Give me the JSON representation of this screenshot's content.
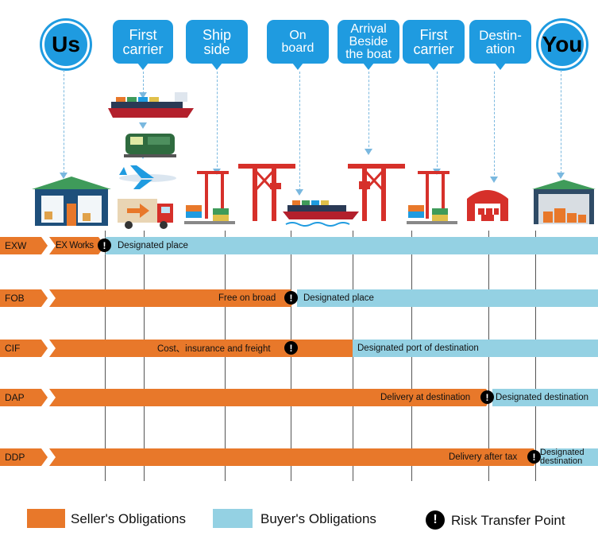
{
  "colors": {
    "seller": "#e8782a",
    "buyer": "#94d1e3",
    "header": "#1f9be0",
    "risk": "#000000"
  },
  "headers": {
    "us": "Us",
    "first_carrier_1": [
      "First",
      "carrier"
    ],
    "ship_side": [
      "Ship",
      "side"
    ],
    "on_board": [
      "On",
      "board"
    ],
    "arrival": [
      "Arrival",
      "Beside",
      "the boat"
    ],
    "first_carrier_2": [
      "First",
      "carrier"
    ],
    "destination": [
      "Destin-",
      "ation"
    ],
    "you": "You"
  },
  "icons": {
    "seller_warehouse": "warehouse-icon",
    "container_ship_small": "container-ship-icon",
    "train": "train-icon",
    "airplane": "airplane-icon",
    "truck": "truck-icon",
    "port_crane_1": "port-crane-icon",
    "gantry_crane_1": "gantry-crane-icon",
    "ship_at_sea": "cargo-ship-icon",
    "gantry_crane_2": "gantry-crane-icon",
    "port_crane_2": "port-crane-icon",
    "destination_warehouse": "warehouse-icon",
    "buyer_warehouse": "warehouse-icon",
    "risk_point": "exclamation-icon"
  },
  "risk_symbol": "!",
  "terms": [
    {
      "code": "EXW",
      "seller_label": "EX Works",
      "buyer_label": "Designated place"
    },
    {
      "code": "FOB",
      "seller_label": "Free on broad",
      "buyer_label": "Designated place"
    },
    {
      "code": "CIF",
      "seller_label": "Cost、insurance and freight",
      "buyer_label": "Designated port of destination"
    },
    {
      "code": "DAP",
      "seller_label": "Delivery at destination",
      "buyer_label": "Designated destination"
    },
    {
      "code": "DDP",
      "seller_label": "Delivery after tax",
      "buyer_label_1": "Designated",
      "buyer_label_2": "destination"
    }
  ],
  "legend": {
    "seller": "Seller's Obligations",
    "buyer": "Buyer's Obligations",
    "risk": "Risk Transfer Point"
  }
}
